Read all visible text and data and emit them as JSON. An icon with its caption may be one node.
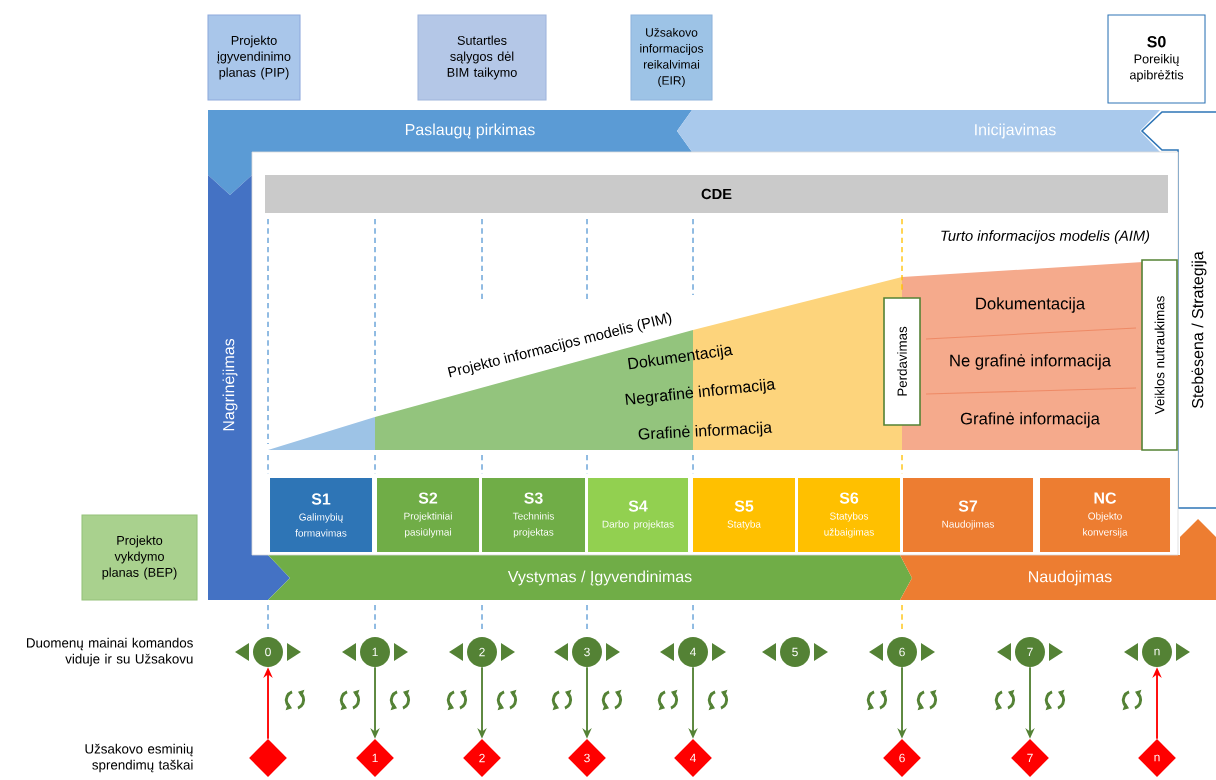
{
  "diagram": {
    "nodes": [
      {
        "text": [
          "Projekto įgyvendinimo planas (PIP)"
        ]
      },
      {
        "text": [
          "Sutartles sąlygos dėl BIM taikymo"
        ]
      },
      {
        "text": [
          "Užsakovo informacijos reikalvimai (EIR)"
        ]
      },
      {
        "text": [
          "S0",
          "Poreikių apibrėžtis"
        ]
      },
      {
        "text": [
          "Paslaugų pirkimas"
        ]
      },
      {
        "text": [
          "Inicijavimas"
        ]
      },
      {
        "text": [
          "Nagrinėjimas"
        ]
      },
      {
        "text": [
          "Stebėsena / Strategija"
        ]
      },
      {
        "text": [
          "CDE"
        ]
      },
      {
        "text": [
          "Perdavimas"
        ]
      },
      {
        "text": [
          "Veiklos nutraukimas"
        ]
      },
      {
        "text": [
          "S1",
          "Galimybių formavimas"
        ]
      },
      {
        "text": [
          "S2",
          "Projektiniai pasiūlymai"
        ]
      },
      {
        "text": [
          "S3",
          "Techninis projektas"
        ]
      },
      {
        "text": [
          "S4",
          "Darbo projektas"
        ]
      },
      {
        "text": [
          "S5",
          "Statyba"
        ]
      },
      {
        "text": [
          "S6",
          "Statybos užbaigimas"
        ]
      },
      {
        "text": [
          "S7",
          "Naudojimas"
        ]
      },
      {
        "text": [
          "NC",
          "Objekto konversija"
        ]
      },
      {
        "text": [
          "Projekto vykdymo planas (BEP)"
        ]
      },
      {
        "text": [
          "Vystymas / Įgyvendinimas"
        ]
      },
      {
        "text": [
          "Naudojimas"
        ]
      },
      {
        "text": [
          "0"
        ]
      },
      {
        "text": [
          "1"
        ]
      },
      {
        "text": [
          "2"
        ]
      },
      {
        "text": [
          "3"
        ]
      },
      {
        "text": [
          "4"
        ]
      },
      {
        "text": [
          "5"
        ]
      },
      {
        "text": [
          "6"
        ]
      },
      {
        "text": [
          "7"
        ]
      },
      {
        "text": [
          "n"
        ]
      },
      {
        "text": [],
        "shape": "diamond"
      },
      {
        "text": [
          "1"
        ]
      },
      {
        "text": [
          "2"
        ]
      },
      {
        "text": [
          "3"
        ]
      },
      {
        "text": [
          "4"
        ]
      },
      {
        "text": [
          "6"
        ]
      },
      {
        "text": [
          "7"
        ]
      },
      {
        "text": [
          "n"
        ]
      }
    ],
    "edges": [
      {
        "from": 31,
        "to": 22,
        "arrow": "to",
        "color": "#ff0000"
      },
      {
        "from": 23,
        "to": 32,
        "arrow": "to"
      },
      {
        "from": 24,
        "to": 33,
        "arrow": "to"
      },
      {
        "from": 25,
        "to": 34,
        "arrow": "to"
      },
      {
        "from": 26,
        "to": 35,
        "arrow": "to"
      },
      {
        "from": 28,
        "to": 36,
        "arrow": "to"
      },
      {
        "from": 29,
        "to": 37,
        "arrow": "to"
      },
      {
        "from": 38,
        "to": 30,
        "arrow": "to",
        "color": "#ff0000"
      }
    ],
    "labels": [
      "Turto informacijos modelis (AIM)",
      "Projekto informacijos modelis (PIM)",
      "Dokumentacija",
      "Negrafinė informacija",
      "Grafinė informacija",
      "Dokumentacija",
      "Ne grafinė informacija",
      "Grafinė informacija",
      "Duomenų mainai komandos viduje ir su Užsakovu",
      "Užsakovo esminių sprendimų taškai"
    ]
  }
}
